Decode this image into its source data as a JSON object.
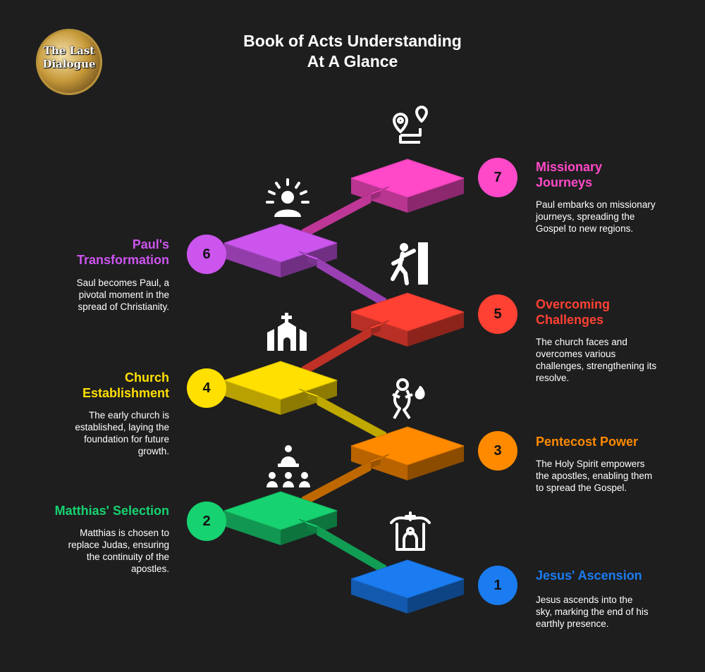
{
  "logo": {
    "line1": "The Last",
    "line2": "Dialogue"
  },
  "title": {
    "line1": "Book of Acts Understanding",
    "line2": "At A Glance"
  },
  "steps": [
    {
      "num": "1",
      "title": "Jesus' Ascension",
      "desc": "Jesus ascends into the sky, marking the end of his earthly presence.",
      "color": "#1a7cf0",
      "icon": "ascension-icon"
    },
    {
      "num": "2",
      "title": "Matthias' Selection",
      "desc": "Matthias is chosen to replace Judas, ensuring the continuity of the apostles.",
      "color": "#17d270",
      "icon": "group-selection-icon"
    },
    {
      "num": "3",
      "title": "Pentecost Power",
      "desc": "The Holy Spirit empowers the apostles, enabling them to spread the Gospel.",
      "color": "#ff8a00",
      "icon": "holy-spirit-icon"
    },
    {
      "num": "4",
      "title": "Church Establishment",
      "desc": "The early church is established, laying the foundation for future growth.",
      "color": "#ffe000",
      "icon": "church-icon"
    },
    {
      "num": "5",
      "title": "Overcoming Challenges",
      "desc": "The church faces and overcomes various challenges, strengthening its resolve.",
      "color": "#ff4133",
      "icon": "climber-icon"
    },
    {
      "num": "6",
      "title": "Paul's Transformation",
      "desc": "Saul becomes Paul, a pivotal moment in the spread of Christianity.",
      "color": "#cc55ee",
      "icon": "radiant-person-icon"
    },
    {
      "num": "7",
      "title": "Missionary Journeys",
      "desc": "Paul embarks on missionary journeys, spreading the Gospel to new regions.",
      "color": "#ff49c8",
      "icon": "route-pins-icon"
    }
  ]
}
